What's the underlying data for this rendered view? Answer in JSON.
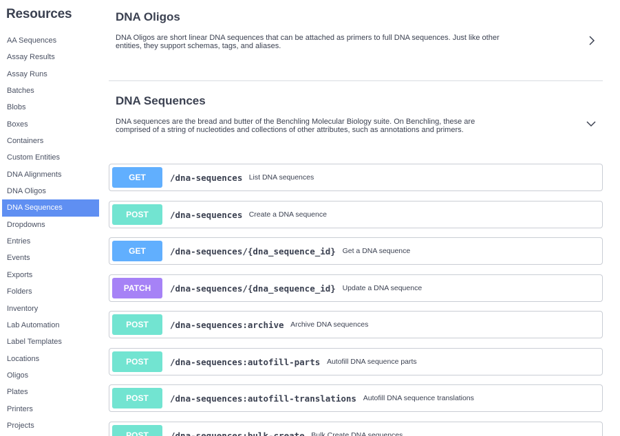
{
  "sidebar": {
    "title": "Resources",
    "active_index": 10,
    "items": [
      "AA Sequences",
      "Assay Results",
      "Assay Runs",
      "Batches",
      "Blobs",
      "Boxes",
      "Containers",
      "Custom Entities",
      "DNA Alignments",
      "DNA Oligos",
      "DNA Sequences",
      "Dropdowns",
      "Entries",
      "Events",
      "Exports",
      "Folders",
      "Inventory",
      "Lab Automation",
      "Label Templates",
      "Locations",
      "Oligos",
      "Plates",
      "Printers",
      "Projects"
    ]
  },
  "sections": [
    {
      "title": "DNA Oligos",
      "desc1": "DNA Oligos are short linear DNA sequences that can be attached as primers to full DNA sequences. Just like other",
      "desc2": "entities, they support schemas, tags, and aliases.",
      "toggle_icon": "chevron-right-icon"
    },
    {
      "title": "DNA Sequences",
      "desc1": "DNA sequences are the bread and butter of the Benchling Molecular Biology suite. On Benchling, these are",
      "desc2": "comprised of a string of nucleotides and collections of other attributes, such as annotations and primers.",
      "toggle_icon": "chevron-down-icon"
    }
  ],
  "method_colors": {
    "GET": "#61affe",
    "POST": "#72e4d1",
    "PATCH": "#a682f6"
  },
  "operations": [
    {
      "method": "GET",
      "path": "/dna-sequences",
      "summary": "List DNA sequences"
    },
    {
      "method": "POST",
      "path": "/dna-sequences",
      "summary": "Create a DNA sequence"
    },
    {
      "method": "GET",
      "path": "/dna-sequences/{dna_sequence_id}",
      "summary": "Get a DNA sequence"
    },
    {
      "method": "PATCH",
      "path": "/dna-sequences/{dna_sequence_id}",
      "summary": "Update a DNA sequence"
    },
    {
      "method": "POST",
      "path": "/dna-sequences:archive",
      "summary": "Archive DNA sequences"
    },
    {
      "method": "POST",
      "path": "/dna-sequences:autofill-parts",
      "summary": "Autofill DNA sequence parts"
    },
    {
      "method": "POST",
      "path": "/dna-sequences:autofill-translations",
      "summary": "Autofill DNA sequence translations"
    },
    {
      "method": "POST",
      "path": "/dna-sequences:bulk-create",
      "summary": "Bulk Create DNA sequences"
    }
  ]
}
